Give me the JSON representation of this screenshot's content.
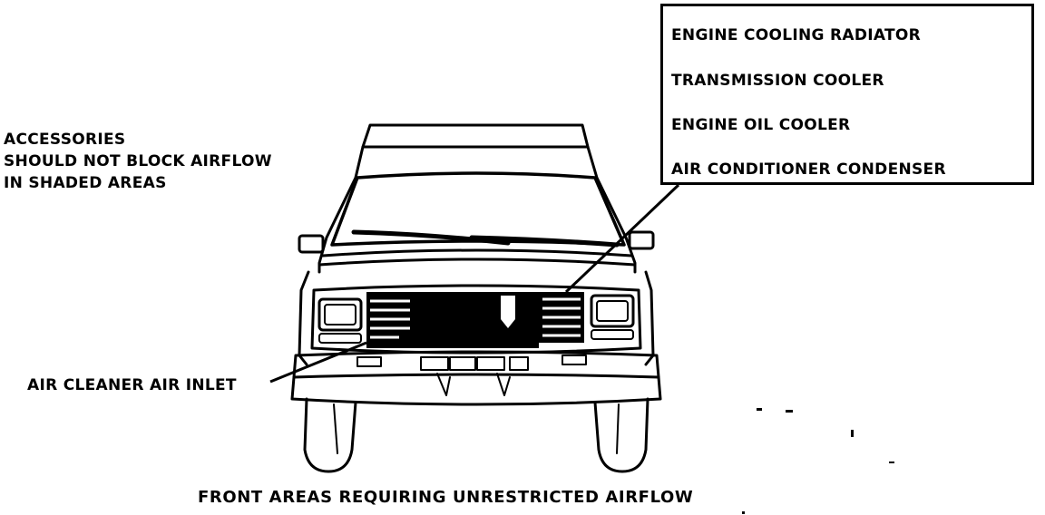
{
  "notes": {
    "accessories": [
      "ACCESSORIES",
      "SHOULD NOT BLOCK AIRFLOW",
      "IN SHADED AREAS"
    ],
    "air_inlet": "AIR CLEANER AIR INLET"
  },
  "component_box": {
    "items": [
      "ENGINE COOLING RADIATOR",
      "TRANSMISSION COOLER",
      "ENGINE OIL COOLER",
      "AIR CONDITIONER CONDENSER"
    ]
  },
  "caption": "FRONT AREAS REQUIRING UNRESTRICTED AIRFLOW",
  "colors": {
    "ink": "#000000",
    "paper": "#ffffff"
  }
}
